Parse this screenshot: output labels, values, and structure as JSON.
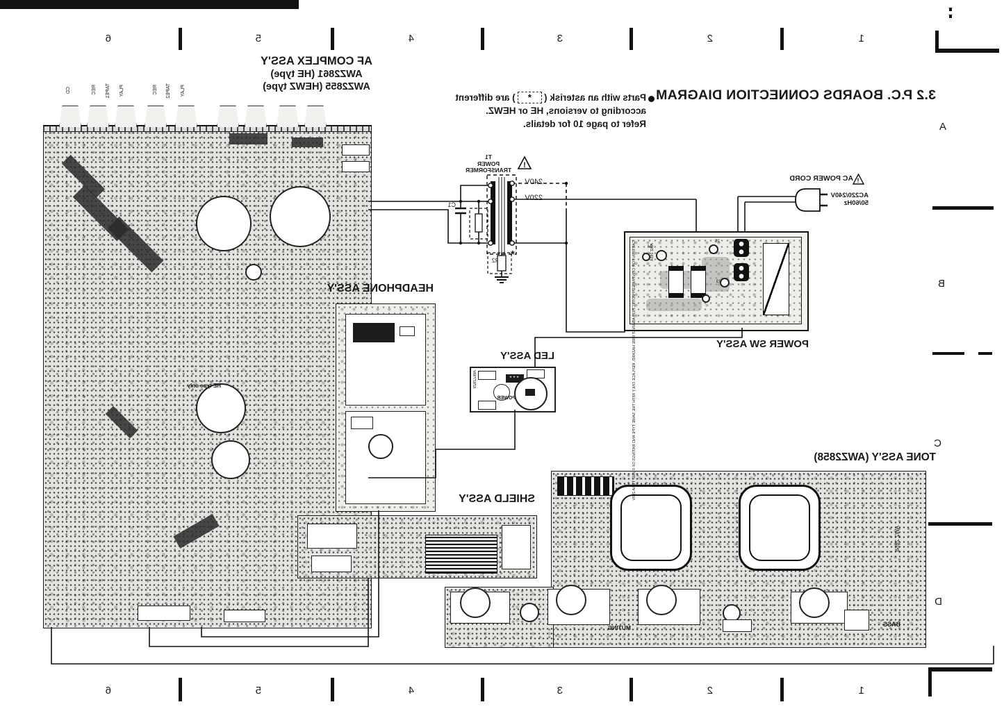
{
  "page": {
    "title": "3.2 P.C. BOARDS CONNECTION DIAGRAM",
    "note": {
      "bullet": "●",
      "line1_pre": "Parts with an asterisk (",
      "asterisk_box": "*",
      "line1_post": ") are different",
      "line2": "according to versions, HE or HEWZ.",
      "line3": "Refer to page 10 for details."
    }
  },
  "grid": {
    "top": [
      "6",
      "5",
      "4",
      "3",
      "2",
      "1"
    ],
    "bottom": [
      "6",
      "5",
      "4",
      "3",
      "2",
      "1"
    ],
    "letters": [
      "A",
      "B",
      "C",
      "D"
    ]
  },
  "af_complex": {
    "label": "AF COMPLEX ASS'Y",
    "code_he": "AWZ2861 (HE type)",
    "code_hewz": "AWZ2855 (HEWZ type)",
    "he_only": "HE type only",
    "jack_labels": [
      "CD",
      "REC",
      "TAPE1",
      "PLAY",
      "REC",
      "TAPE2",
      "PLAY"
    ]
  },
  "headphone": {
    "label": "HEADPHONE ASS'Y"
  },
  "led": {
    "label": "LED ASS'Y",
    "code": "AWZ2829",
    "power": "POWER",
    "pins": "***"
  },
  "shield": {
    "label": "SHIELD ASS'Y"
  },
  "tone": {
    "label": "TONE ASS'Y (AWZ2858)",
    "code": "AWZ 2858",
    "muting": "MUTING",
    "bass": "BASS"
  },
  "power_sw": {
    "label": "POWER SW ASS'Y",
    "caution": "CAUTION-FOR CONTINUED PROTECTION AGAINST FIRE HAZARD, REPLACE ONLY WITH THE SAME TYPE AND RATINGS OF FUSE. T1.6A 250V",
    "code": "AWZ 2854",
    "pins": [
      "24",
      "25",
      "23"
    ]
  },
  "transformer": {
    "warn": "!",
    "t1": "T1",
    "power": "POWER",
    "name": "TRANSFORMER",
    "v240": "240V",
    "v220": "220V",
    "c1": "C1",
    "r1": "R1",
    "r2": "R2",
    "ast": "*"
  },
  "cord": {
    "warn": "!",
    "label": "AC POWER CORD",
    "rating1": "AC220/240V",
    "rating2": "50/60Hz"
  },
  "colors": {
    "ink": "#1a1a1a",
    "paper": "#ffffff",
    "board": "#e4e3e0"
  }
}
